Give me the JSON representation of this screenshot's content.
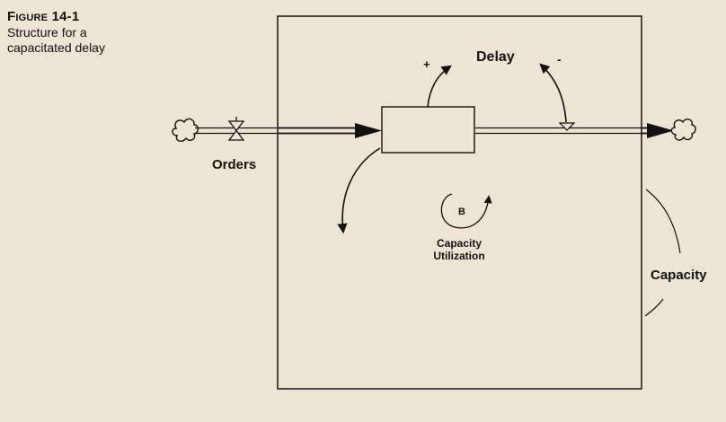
{
  "figure": {
    "label_prefix": "Figure",
    "label_number": "14-1",
    "caption": "Structure for a capacitated delay"
  },
  "diagram": {
    "labels": {
      "delay": "Delay",
      "orders": "Orders",
      "capacity": "Capacity",
      "loop_letter": "B",
      "loop_name_line1": "Capacity",
      "loop_name_line2": "Utilization",
      "polarity_plus": "+",
      "polarity_minus": "-"
    }
  }
}
